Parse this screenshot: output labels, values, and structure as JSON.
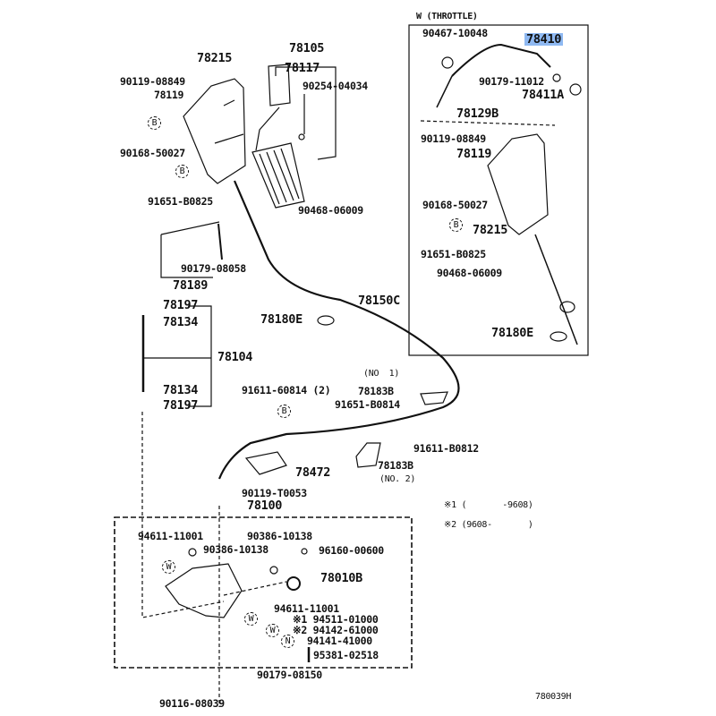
{
  "diagram_code": "780039H",
  "throttle_box": {
    "title": "W (THROTTLE)",
    "highlight_color": "#8fb9f2"
  },
  "labels": {
    "l78215": "78215",
    "l78105": "78105",
    "l78117": "78117",
    "l90119_08849": "90119-08849",
    "l78119": "78119",
    "l90254_04034": "90254-04034",
    "l90168_50027": "90168-50027",
    "l91651_B0825": "91651-B0825",
    "l90468_06009": "90468-06009",
    "l90179_08058": "90179-08058",
    "l78189": "78189",
    "l78197a": "78197",
    "l78134a": "78134",
    "l78104": "78104",
    "l78134b": "78134",
    "l78197b": "78197",
    "l78150C": "78150C",
    "l78180E": "78180E",
    "no1": "(NO  1)",
    "l78183B_1": "78183B",
    "l91611_60814": "91611-60814 (2)",
    "l91651_B0814": "91651-B0814",
    "l91611_B0812": "91611-B0812",
    "l78183B_2": "78183B",
    "no2": "(NO. 2)",
    "l78472": "78472",
    "l90119_T0053": "90119-T0053",
    "l78100": "78100",
    "note1": "※1 (       -9608)",
    "note2": "※2 (9608-       )",
    "l94611_11001a": "94611-11001",
    "l90386_10138a": "90386-10138",
    "l90386_10138b": "90386-10138",
    "l96160_00600": "96160-00600",
    "l78010B": "78010B",
    "l94611_11001b": "94611-11001",
    "l94511_01000": "※1 94511-01000",
    "l94142_61000": "※2 94142-61000",
    "l94141_41000": "94141-41000",
    "l95381_02518": "95381-02518",
    "l90179_08150": "90179-08150",
    "l90116_08039": "90116-08039"
  },
  "throttle_labels": {
    "l90467_10048": "90467-10048",
    "l78410": "78410",
    "l90179_11012": "90179-11012",
    "l78411A": "78411A",
    "l78129B": "78129B",
    "l90119_08849": "90119-08849",
    "l78119": "78119",
    "l90168_50027": "90168-50027",
    "l78215": "78215",
    "l91651_B0825": "91651-B0825",
    "l90468_06009": "90468-06009",
    "l78180E": "78180E"
  },
  "callout_letters": {
    "bolt": "B",
    "washer": "W",
    "nut": "N"
  }
}
